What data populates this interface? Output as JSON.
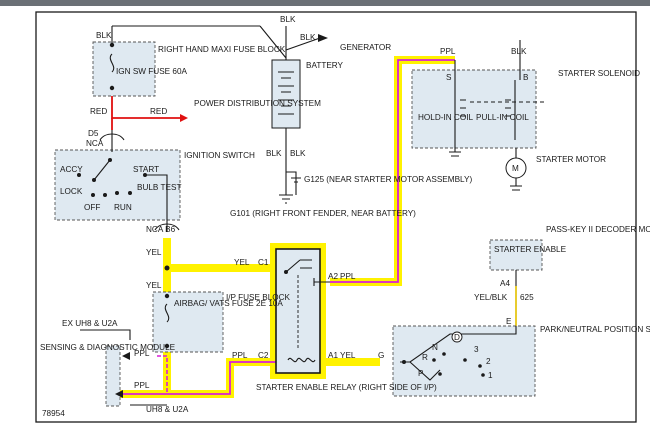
{
  "diagram_id": "78954",
  "colors": {
    "highlight": "#fff200",
    "ppl": "#d81fd8",
    "red": "#e01010",
    "box_fill": "#dfe9f1",
    "frame": "#1a1a1a"
  },
  "labels": {
    "blk_top_left": "BLK",
    "fuse_block": "RIGHT HAND MAXI FUSE BLOCK",
    "ign_fuse": "IGN SW FUSE 60A",
    "red_top": "RED",
    "red_mid": "RED",
    "power_dist": "POWER DISTRIBUTION SYSTEM",
    "d5": "D5",
    "nca_top": "NCA",
    "ign_switch": "IGNITION SWITCH",
    "accy": "ACCY",
    "start": "START",
    "lock": "LOCK",
    "bulb_test": "BULB TEST",
    "off": "OFF",
    "run": "RUN",
    "blk_battery": "BLK",
    "blk_generator": "BLK",
    "generator": "GENERATOR",
    "battery": "BATTERY",
    "blk_bat_left": "BLK",
    "blk_bat_right": "BLK",
    "g125": "G125 (NEAR STARTER MOTOR ASSEMBLY)",
    "g101": "G101 (RIGHT FRONT FENDER, NEAR BATTERY)",
    "ppl_solenoid": "PPL",
    "blk_solenoid": "BLK",
    "solenoid_s": "S",
    "solenoid_b": "B",
    "starter_solenoid": "STARTER SOLENOID",
    "hold_in": "HOLD-IN COIL",
    "pull_in": "PULL-IN COIL",
    "starter_motor": "STARTER MOTOR",
    "motor_m": "M",
    "nca_b6": "NCA B6",
    "yel_upper": "YEL",
    "yel_c1": "YEL",
    "c1": "C1",
    "a2": "A2",
    "ppl_a2": "PPL",
    "yel_lower": "YEL",
    "airbag_fuse": "AIRBAG/ VATS FUSE 2E 10A",
    "ip_fuse_block": "I/P FUSE BLOCK",
    "ex_uh8": "EX UH8 & U2A",
    "sensing_module": "SENSING & DIAGNOSTIC MODULE",
    "ppl_left1": "PPL",
    "ppl_left2": "PPL",
    "ppl_c2": "PPL",
    "c2": "C2",
    "a1": "A1",
    "yel_a1": "YEL",
    "g": "G",
    "uh8_bottom": "UH8 & U2A",
    "starter_relay": "STARTER ENABLE RELAY (RIGHT SIDE OF I/P)",
    "starter_enable": "STARTER ENABLE",
    "passkey": "PASS-KEY II DECODER MODULE (RIGHT SIDE OF I/P)",
    "a4": "A4",
    "yel_blk": "YEL/BLK",
    "wire_625": "625",
    "e": "E",
    "pn_switch": "PARK/NEUTRAL POSITION SWITCH (LEFT SIDE OF TRANSAXLE)",
    "pos_n": "N",
    "pos_d": "D",
    "pos_r": "R",
    "pos_3": "3",
    "pos_2": "2",
    "pos_p": "P",
    "pos_1": "1"
  }
}
